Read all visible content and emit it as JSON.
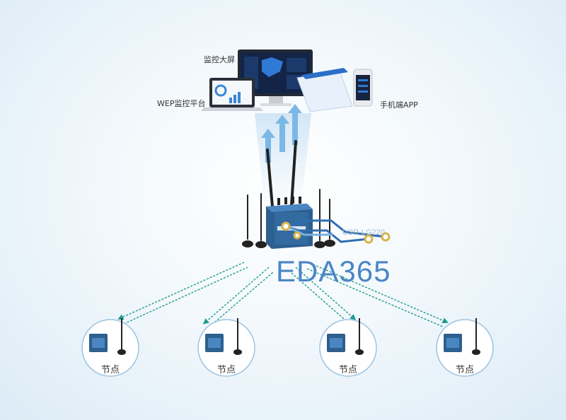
{
  "labels": {
    "big_screen": "监控大屏",
    "web_platform": "WEP监控平台",
    "mobile_app": "手机端APP"
  },
  "gateway": {
    "model": "USR-LG220"
  },
  "watermark": {
    "text": "EDA365"
  },
  "nodes": [
    {
      "label": "节点"
    },
    {
      "label": "节点"
    },
    {
      "label": "节点"
    },
    {
      "label": "节点"
    }
  ],
  "colors": {
    "link": "#1f9c8e",
    "arrow": "#7bb8e6",
    "gateway": "#2d5f8f",
    "node_circle": "#9cc3e0",
    "watermark": "#4a86c5"
  }
}
